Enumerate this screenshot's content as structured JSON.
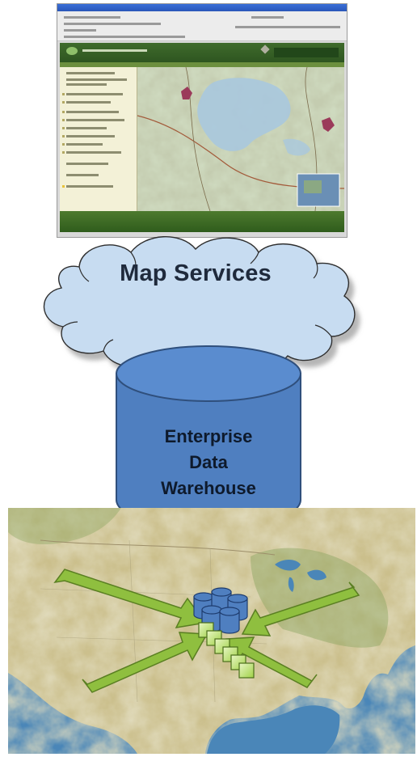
{
  "cloud": {
    "label": "Map Services"
  },
  "warehouse": {
    "line1": "Enterprise",
    "line2": "Data",
    "line3": "Warehouse"
  },
  "colors": {
    "cloud_fill": "#c7dcf1",
    "cloud_stroke": "#2e2e2e",
    "cylinder_fill": "#4f7fc0",
    "cylinder_top": "#5a8ccf",
    "arrow_fill": "#8fbf3f",
    "arrow_stroke": "#5a7f22",
    "map_land": "#c9bf8e",
    "map_water": "#4a86b8"
  },
  "icons": {
    "webapp": "web-map-viewer-screenshot",
    "cloud": "cloud-icon",
    "database": "database-cylinder-icon",
    "sources": "data-source-squares-icon",
    "arrows": "inbound-arrow-icon"
  }
}
